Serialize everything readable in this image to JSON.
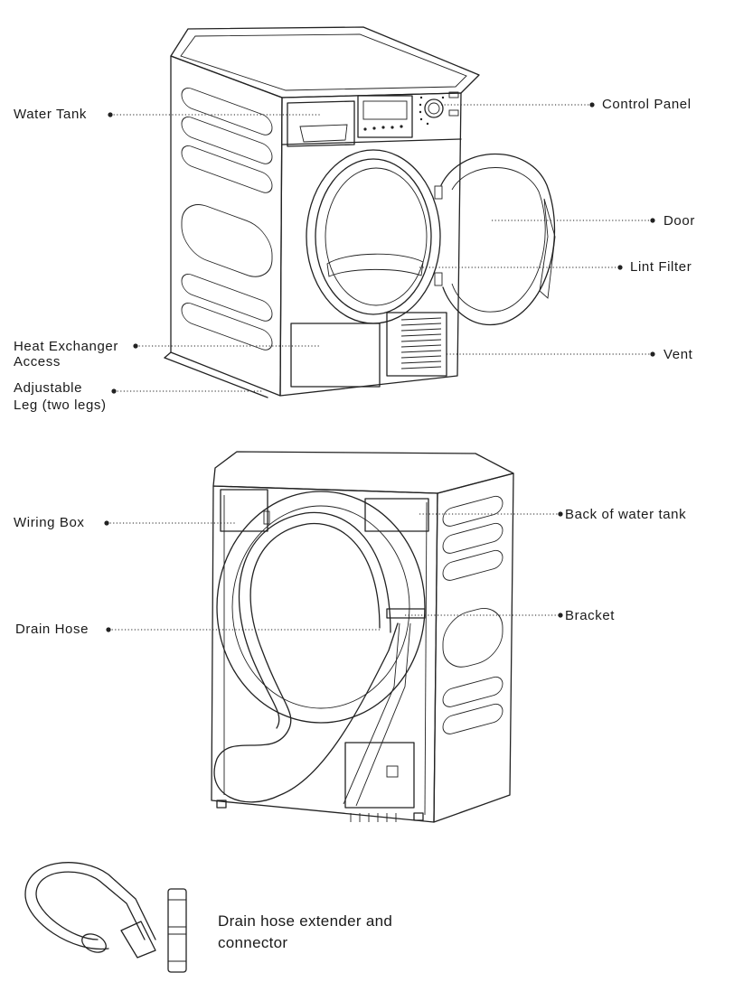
{
  "front_view": {
    "labels": {
      "water_tank": "Water Tank",
      "control_panel": "Control Panel",
      "door": "Door",
      "lint_filter": "Lint Filter",
      "heat_exchanger_line1": "Heat Exchanger",
      "heat_exchanger_line2": "Access",
      "vent": "Vent",
      "adjustable_leg_line1": "Adjustable",
      "adjustable_leg_line2": "Leg (two legs)"
    }
  },
  "back_view": {
    "labels": {
      "wiring_box": "Wiring Box",
      "back_of_water_tank": "Back of water tank",
      "bracket": "Bracket",
      "drain_hose": "Drain Hose"
    }
  },
  "accessories": {
    "caption_line1": "Drain hose extender and",
    "caption_line2": "connector"
  }
}
